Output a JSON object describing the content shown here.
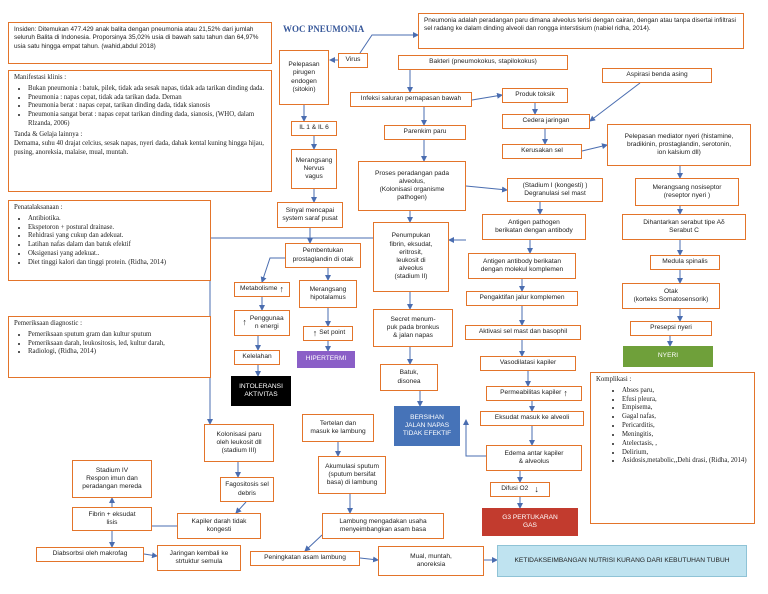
{
  "title": "WOC PNEUMONIA",
  "colors": {
    "border": "#e3742a",
    "arrow": "#4a6db0",
    "hipertermi": "#8a5fc7",
    "bersihan": "#4673b8",
    "intoleransi": "#000000",
    "nyeri": "#6fa03a",
    "gas": "#c23b2e",
    "nutrisi": "#bfe3f0"
  },
  "insiden": "Insiden: Ditemukan 477.429 anak balita dengan pneumonia atau 21,52% dari jumlah seluruh Balita di Indonesia. Proporsinya 35,02% usia di bawah satu tahun dan 64,97% usia satu hingga empat tahun. (wahid,abdul 2018)",
  "definisi": "Pneumonia adalah peradangan paru dimana alveolus terisi dengan cairan, dengan atau tanpa disertai infiltrasi sel radang ke dalam dinding alveoli dan rongga interstisium (nabiel ridha, 2014).",
  "manifestasi": {
    "heading": "Manifestasi klinis :",
    "items": [
      "Bukan pneumonia : batuk, pilek, tidak ada sesak napas, tidak ada tarikan dinding dada.",
      "Pneumonia : napas cepat, tidak ada tarikan dada. Deman",
      "Pneumonia berat : napas cepat, tarikan dinding dada, tidak sianosis",
      "Pneumonia sangat berat : napas cepat tarikan dinding dada, sianosis, (WHO, dalam Rlzanda, 2006)"
    ],
    "tanda": "Tanda & Gelaja  lainnya :",
    "demam": "Demama, suhu        40 drajat celcius, sesak napas, nyeri dada, dahak kental kuning hingga hijau, pusing, anoreksia, malaise, mual, muntah."
  },
  "penatalaksanaan": {
    "heading": "Penatalaksanaan :",
    "items": [
      "Antibiotika.",
      "Ekspetoron + postural drainase.",
      "Rehidrasi yang cukup dan adekuat.",
      "Latihan nafas dalam dan batuk efektif",
      "Oksigenasi yang adekuat..",
      "Diet tinggi kalori dan tinggi protein. (Ridha, 2014)"
    ]
  },
  "pemeriksaan": {
    "heading": "Pemeriksaan diagnostic :",
    "items": [
      "Pemeriksaan sputum gram dan kultur sputum",
      "Pemeriksaan darah, leukositosis, led, kultur darah,",
      "Radiologi, (Ridha, 2014)"
    ]
  },
  "komplikasi": {
    "heading": "Komplikasi :",
    "items": [
      "Abses paru,",
      "Efusi pleura,",
      "Empisema,",
      "Gagal nafas,",
      "Pericarditis,",
      "Meningitis,",
      "Atelectasis, ,",
      "Delirium,",
      "Asidosis,metabolic,,Dehi drasi, (Ridha, 2014)"
    ]
  },
  "nodes": {
    "pelepasan_pirogen": "Pelepasan\npirugen\nendogen\n(sitokin)",
    "virus": "Virus",
    "bakteri": "Bakteri (pneumokokus, stapilokokus)",
    "aspirasi": "Aspirasi benda asing",
    "il": "IL 1 & IL 6",
    "infeksi": "Infeksi saluran pernapasan bawah",
    "produk_toksik": "Produk toksik",
    "cedera": "Cedera jaringan",
    "parenkim": "Parenkim paru",
    "kerusakan": "Kerusakan sel",
    "pelepasan_mediator": "Pelepasan mediator nyeri (histamine,\nbradikinin, prostaglandin, serotonin,\nion kalsium dll)",
    "merangsang_nervus": "Merangsang\nNervus\nvagus",
    "proses": "Proses peradangan pada\nalveolus,\n(Kolonisasi organisme\npathogen)",
    "stadium1": "(Stadium I  (kongesti) )\nDegranulasi sel mast",
    "merangsang_nosiseptor": "Merangsang nosiseptor\n(reseptor nyeri )",
    "sinyal": "Sinyal mencapai\nsystem saraf pusat",
    "antigen1": "Antigen pathogen\nberikatan dengan antibody",
    "dihantarkan": "Dihantarkan serabut tipe Aδ\nSerabut C",
    "pembentukan": "Pembentukan\nprostaglandin di otak",
    "penumpukan": "Penumpukan\nfibrin, eksudat,\neritrosit,\nleukosit di\nalveolus\n(stadium II)",
    "antigen2": "Antigen antibody  berikatan\ndengan molekul komplemen",
    "medula": "Medula spinalis",
    "metabolisme": "Metabolisme",
    "merangsang_hipo": "Merangsang\nhipotalamus",
    "pengaktifan": "Pengaktifan jalur komplemen",
    "otak": "Otak\n(korteks Somatosensorik)",
    "penggunaan": "Penggunaa\nn energi",
    "setpoint": "Set point",
    "secret": "Secret menum-\npuk pada bronkus\n& jalan napas",
    "aktivasi": "Aktivasi sel mast dan basophil",
    "persepsi": "Presepsi nyeri",
    "nyeri": "NYERI",
    "kelelahan": "Kelelahan",
    "hipertermi": "HIPERTERMI",
    "vasodilatasi": "Vasodilatasi kapiler",
    "intoleransi": "INTOLERANSI\nAKTIVITAS",
    "batuk": "Batuk,\ndisonea",
    "permeabilitas": "Permeabilitas kapiler",
    "bersihan": "BERSIHAN\nJALAN NAPAS\nTIDAK EFEKTIF",
    "eksudat": "Eksudat masuk ke alveoli",
    "tertelan": "Tertelan dan\nmasuk ke lambung",
    "kolonisasi": "Kolonisasi paru\noleh leukosit dll\n(stadium III)",
    "edema": "Edema antar kapiler\n& alveolus",
    "stadium4": "Stadium IV\nRespon imun dan\nperadangan mereda",
    "akumulasi": "Akumulasi sputum\n(sputum bersifat\nbasa) di lambung",
    "fagositosis": "Fagositosis sel\ndebris",
    "difusi": "Difusi O2",
    "fibrin": "Fibrin + eksudat\nlisis",
    "gas": "G3 PERTUKARAN\nGAS",
    "kapiler": "Kapiler darah tidak\nkongesti",
    "lambung": "Lambung mengadakan usaha\nmenyeimbangkan asam basa",
    "diabsorbsi": "Diabsorbsi oleh makrofag",
    "jaringan": "Jaringan kembali ke\nstrtuktur semula",
    "peningkatan": "Peningkatan asam lambung",
    "mual": "Mual, muntah,\nanoreksia",
    "nutrisi": "KETIDAKSEIMBANGAN NUTRISI KURANG DARI KEBUTUHAN TUBUH"
  },
  "icons": {
    "up_arrow": "↑",
    "down_arrow": "↓"
  }
}
